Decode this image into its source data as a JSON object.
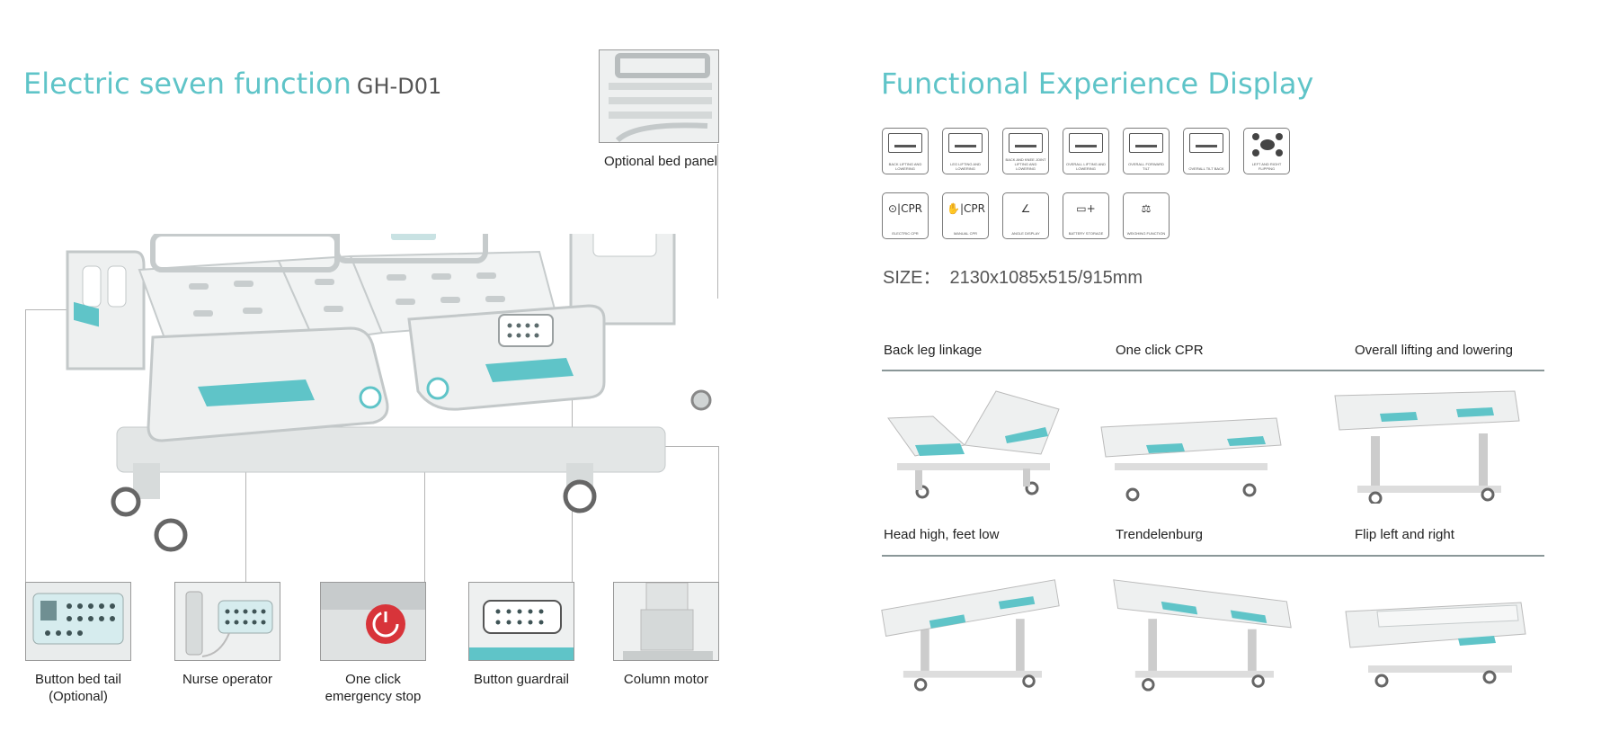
{
  "left_title": {
    "main": "Electric seven function",
    "model": "GH-D01"
  },
  "right_title": "Functional Experience Display",
  "optional_panel_caption": "Optional bed panel",
  "detail_captions": [
    {
      "line1": "Button bed tail",
      "line2": "(Optional)"
    },
    {
      "line1": "Nurse operator",
      "line2": ""
    },
    {
      "line1": "One click",
      "line2": "emergency stop"
    },
    {
      "line1": "Button guardrail",
      "line2": ""
    },
    {
      "line1": "Column motor",
      "line2": ""
    }
  ],
  "icons_row1": [
    {
      "name": "back-lifting-icon",
      "label": "BACK LIFTING AND LOWERING"
    },
    {
      "name": "leg-lifting-icon",
      "label": "LEG LIFTING AND LOWERING"
    },
    {
      "name": "back-knee-icon",
      "label": "BACK AND KNEE JOINT LIFTING AND LOWERING"
    },
    {
      "name": "overall-lifting-icon",
      "label": "OVERALL LIFTING AND LOWERING"
    },
    {
      "name": "forward-tilt-icon",
      "label": "OVERALL FORWARD TILT"
    },
    {
      "name": "backward-tilt-icon",
      "label": "OVERALL TILT BACK"
    },
    {
      "name": "flip-icon",
      "label": "LEFT AND RIGHT FLIPPING"
    }
  ],
  "icons_row2": [
    {
      "name": "electric-cpr-icon",
      "text": "⊙|CPR",
      "label": "ELECTRIC CPR"
    },
    {
      "name": "manual-cpr-icon",
      "text": "✋|CPR",
      "label": "MANUAL CPR"
    },
    {
      "name": "angle-display-icon",
      "text": "∠",
      "label": "ANGLE DISPLAY"
    },
    {
      "name": "battery-storage-icon",
      "text": "▭+",
      "label": "BATTERY STORAGE"
    },
    {
      "name": "weighing-icon",
      "text": "⚖",
      "label": "WEIGHING FUNCTION"
    }
  ],
  "size": {
    "label": "SIZE：",
    "value": "2130x1085x515/915mm"
  },
  "row1_labels": [
    "Back leg linkage",
    "One click CPR",
    "Overall lifting and lowering"
  ],
  "row2_labels": [
    "Head high, feet low",
    "Trendelenburg",
    "Flip left and right"
  ],
  "colors": {
    "accent": "#5fc4c8",
    "frame": "#e9ecec",
    "outline": "#b9bfc0"
  }
}
